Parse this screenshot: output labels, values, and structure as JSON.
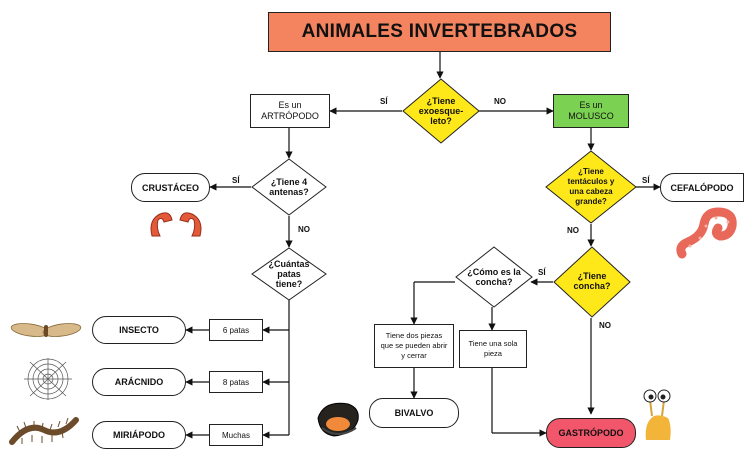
{
  "title": "ANIMALES INVERTEBRADOS",
  "nodes": {
    "q_exo": "¿Tiene exoesque-leto?",
    "artropodo": "Es un ARTRÓPODO",
    "molusco": "Es un MOLUSCO",
    "q_antenas": "¿Tiene 4 antenas?",
    "crustaceo": "CRUSTÁCEO",
    "q_patas": "¿Cuántas patas tiene?",
    "q_tentaculos": "¿Tiene tentáculos y una cabeza grande?",
    "cefalopodo": "CEFALÓPODO",
    "q_concha": "¿Tiene concha?",
    "q_como": "¿Cómo es la concha?",
    "dos_piezas": "Tiene dos piezas que se pueden abrir y cerrar",
    "una_pieza": "Tiene una sola pieza",
    "bivalvo": "BIVALVO",
    "gastropodo": "GASTRÓPODO",
    "seis_patas": "6 patas",
    "ocho_patas": "8 patas",
    "muchas": "Muchas",
    "insecto": "INSECTO",
    "aracnido": "ARÁCNIDO",
    "miriapodo": "MIRIÁPODO"
  },
  "edge_labels": {
    "si": "SÍ",
    "no": "NO"
  },
  "colors": {
    "title_bg": "#f4845f",
    "diamond": "#ffe81a",
    "molusco_bg": "#7bd151",
    "gastropodo_bg": "#f2566a"
  },
  "icons": [
    "wings-icon",
    "spider-web-icon",
    "centipede-icon",
    "crab-claws-icon",
    "tentacle-icon",
    "mussel-icon",
    "snail-icon"
  ]
}
